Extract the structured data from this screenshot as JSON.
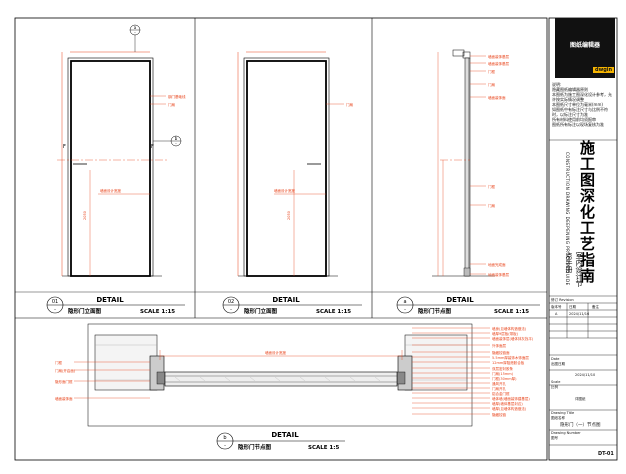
{
  "views": [
    {
      "num": "01",
      "sub": "-",
      "detail": "DETAIL",
      "title": "隐形门立面图",
      "scale": "SCALE 1:15"
    },
    {
      "num": "02",
      "sub": "-",
      "detail": "DETAIL",
      "title": "隐形门立面图",
      "scale": "SCALE 1:15"
    },
    {
      "num": "a",
      "sub": "-",
      "detail": "DETAIL",
      "title": "隐形门节点图",
      "scale": "SCALE 1:15"
    },
    {
      "num": "b",
      "sub": "-",
      "detail": "DETAIL",
      "title": "隐形门节点图",
      "scale": "SCALE 1:5"
    }
  ],
  "callouts": {
    "a_top": "a",
    "a_top_sub": "-",
    "b_side": "b",
    "b_side_sub": "-"
  },
  "door01": {
    "labels": [
      "钢门基础线",
      "门扇",
      "墙面设计宽度",
      "2050"
    ],
    "marks": [
      "F",
      "F"
    ]
  },
  "door02": {
    "labels": [
      "门扇",
      "墙面设计宽度",
      "2050"
    ]
  },
  "section_a": {
    "labels": [
      "墙面装饰基层",
      "墙面装饰基层",
      "门框",
      "门扇",
      "墙面装饰面",
      "门框",
      "门扇",
      "地面完成面",
      "地面装饰基层"
    ]
  },
  "section_b": {
    "dimension": "墙面设计宽度",
    "left_labels": [
      "门框",
      "门扇(开启面)",
      "隐形面门框",
      "墙面装饰面"
    ],
    "right_labels": [
      "墙身(见墙体构造做法)",
      "墙厚9层板(带板)",
      "墙面装饰层(墙体抹灰找平)",
      "外饰面层",
      "隐藏铰链面",
      "5.5mm厚装饰木饰面层",
      "12mm厚阻燃胶合板",
      "双层密封胶条",
      "门扇(15mm)",
      "门框(30mm厚)",
      "通风开孔",
      "门扇开孔",
      "铝合金门框",
      "墙体墙(墙面装饰建基层)",
      "墙厚(墙体基层封边)",
      "墙厚(见墙体构造做法)",
      "隐藏铰链"
    ]
  },
  "titleblock": {
    "logo_zh": "图纸编辑器",
    "logo_en": "dwgin",
    "notes": [
      "说明:",
      "隐藏图纸编辑器原则",
      "本图纸为施工图深化设计参考，允许按实际情况调整",
      "本图纸尺寸单位为毫米(mm)",
      "如图纸中有标注尺寸与比例不符时，以标注尺寸为准",
      "所有材料使用前均须报审",
      "图纸所有标注以现场复核为准"
    ],
    "title_zh": "施工图深化工艺指南",
    "title_en": "CONSTRUCTION DRAWING DEEPENING PROCESS GUIDE",
    "title_sub": "室内设计节点手册",
    "revision_label": "修订 Revision",
    "rev_headers": [
      "版本号",
      "日期",
      "备注"
    ],
    "rev_row": [
      "A",
      "2024/11/16",
      ""
    ],
    "date_label": "Date",
    "date_value": "出图日期",
    "date_num": "2024/11/10",
    "scale_label": "Scale",
    "scale_value": "比例",
    "drawing_title_label": "Drawing Title",
    "drawing_title_value": "图纸名称",
    "drawing_name": "隐形门（一）节点图",
    "drawing_no_label": "Drawing Number",
    "drawing_no_value": "图号",
    "sheet_no": "DT-01",
    "project": "详图纸"
  }
}
